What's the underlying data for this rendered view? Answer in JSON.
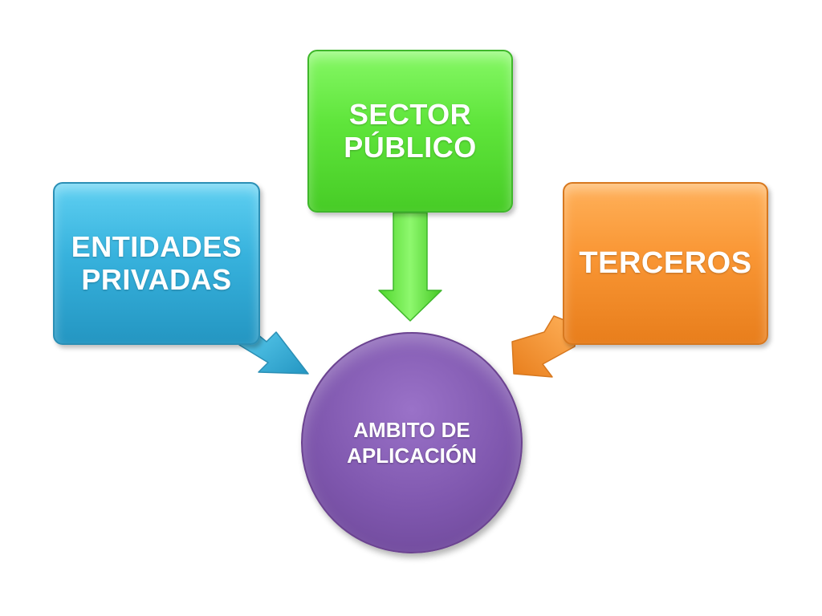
{
  "diagram": {
    "nodes": [
      {
        "id": "entidades-privadas",
        "label": "ENTIDADES\nPRIVADAS",
        "color": "#37b2dd"
      },
      {
        "id": "sector-publico",
        "label": "SECTOR\nPÚBLICO",
        "color": "#5fe53b"
      },
      {
        "id": "terceros",
        "label": "TERCEROS",
        "color": "#f99634"
      }
    ],
    "center": {
      "id": "ambito-de-aplicacion",
      "label": "AMBITO DE\nAPLICACIÓN",
      "color": "#7f57ae"
    },
    "edges": [
      {
        "from": "entidades-privadas",
        "to": "ambito-de-aplicacion",
        "color": "#37b2dd"
      },
      {
        "from": "sector-publico",
        "to": "ambito-de-aplicacion",
        "color": "#5fe53b"
      },
      {
        "from": "terceros",
        "to": "ambito-de-aplicacion",
        "color": "#f99634"
      }
    ]
  }
}
